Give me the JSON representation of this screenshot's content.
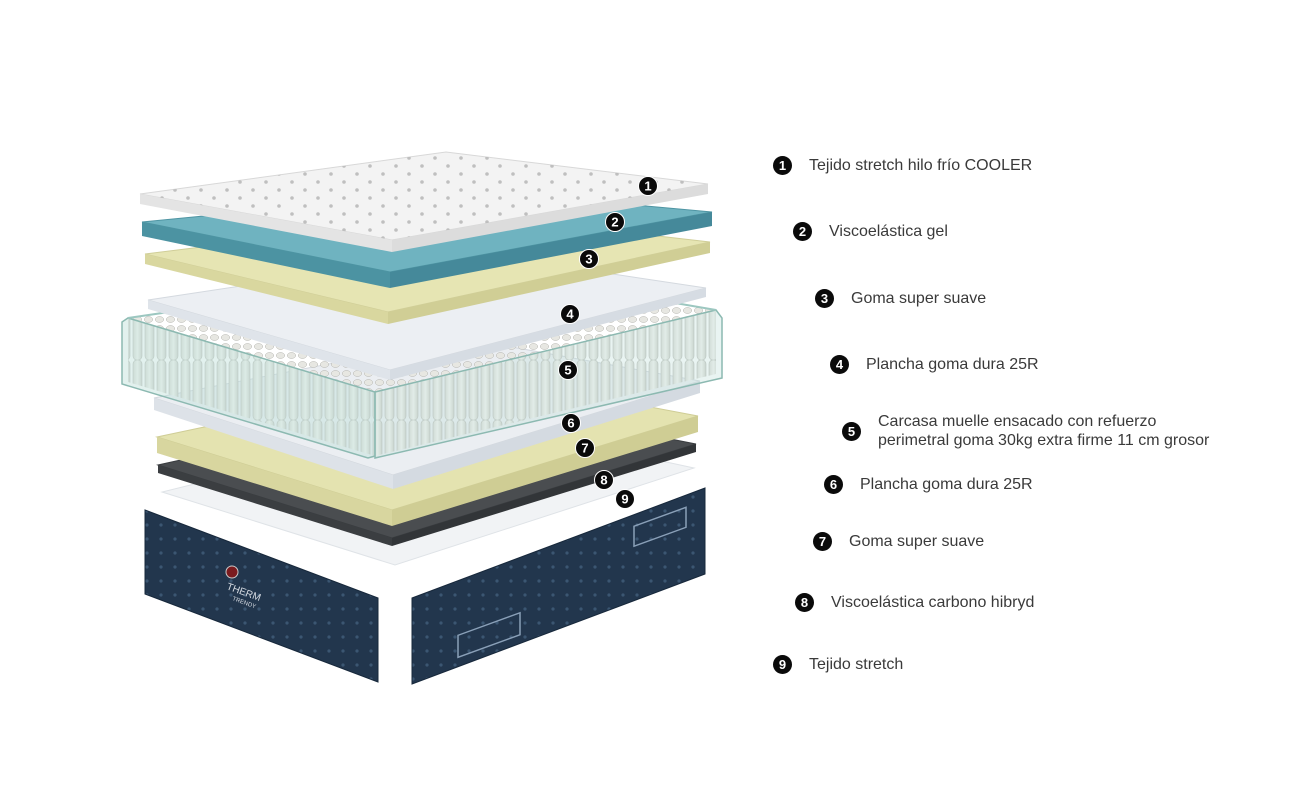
{
  "layers": [
    {
      "number": "1",
      "label": "Tejido stretch hilo frío COOLER"
    },
    {
      "number": "2",
      "label": "Viscoelástica gel"
    },
    {
      "number": "3",
      "label": "Goma super suave"
    },
    {
      "number": "4",
      "label": "Plancha goma dura 25R"
    },
    {
      "number": "5",
      "label": "Carcasa muelle ensacado con refuerzo\nperimetral goma 30kg extra firme 11 cm grosor"
    },
    {
      "number": "6",
      "label": "Plancha goma dura 25R"
    },
    {
      "number": "7",
      "label": "Goma super suave"
    },
    {
      "number": "8",
      "label": "Viscoelástica carbono hibryd"
    },
    {
      "number": "9",
      "label": "Tejido stretch"
    }
  ],
  "base": {
    "brand_top": "THERM",
    "brand_bottom": "TRENDY"
  },
  "colors": {
    "badge": "#0a0a0a",
    "cover_white": "#f2f2f2",
    "gel_blue": "#5fa7b5",
    "foam_yellow": "#e4e3b0",
    "hard_foam": "#e9ecf0",
    "carbon": "#4a4d50",
    "base_navy": "#23364e"
  }
}
